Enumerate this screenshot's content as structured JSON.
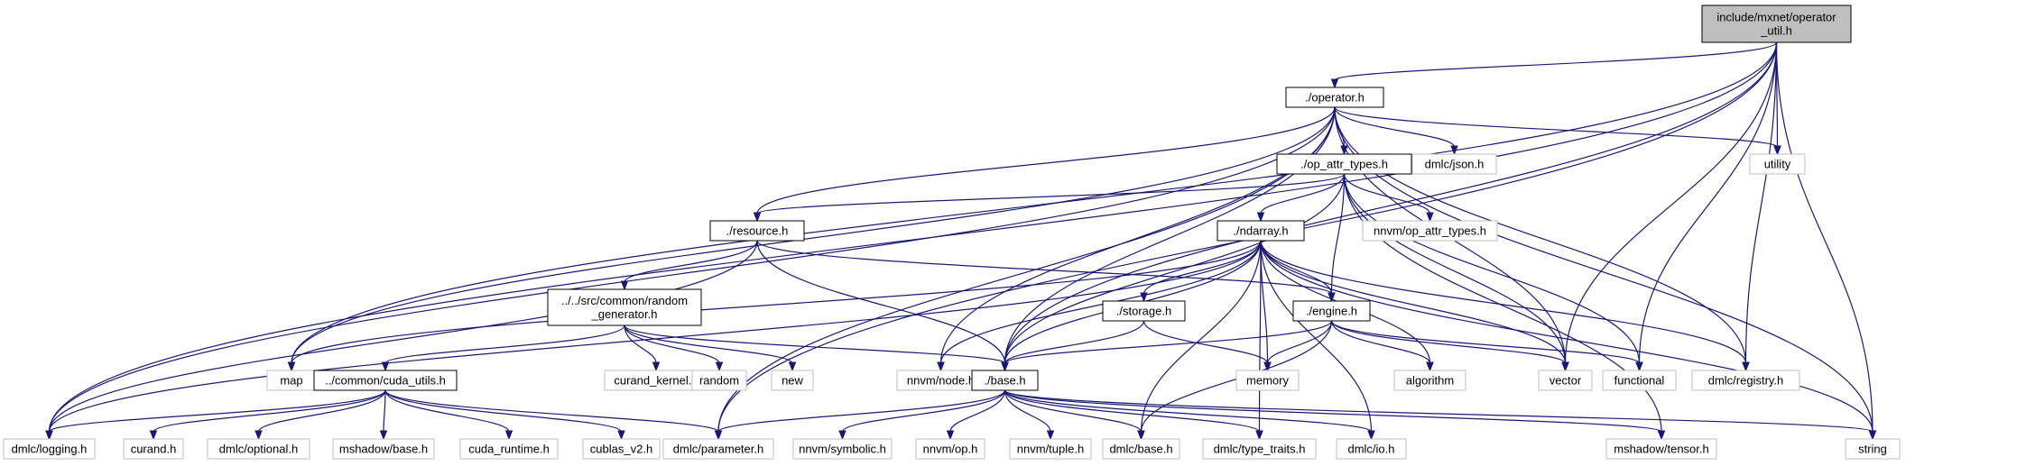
{
  "colors": {
    "edge": "#191970",
    "root_fill": "#bfbfbf",
    "node_border": "#000000",
    "external_border": "#bfbfbf",
    "background": "#ffffff"
  },
  "nodes": [
    {
      "id": "root",
      "lines": [
        "include/mxnet/operator",
        "_util.h"
      ],
      "kind": "root"
    },
    {
      "id": "operator",
      "lines": [
        "./operator.h"
      ],
      "kind": "main"
    },
    {
      "id": "utility",
      "lines": [
        "utility"
      ],
      "kind": "external"
    },
    {
      "id": "dmlcjson",
      "lines": [
        "dmlc/json.h"
      ],
      "kind": "external"
    },
    {
      "id": "opattr",
      "lines": [
        "./op_attr_types.h"
      ],
      "kind": "main"
    },
    {
      "id": "resource",
      "lines": [
        "./resource.h"
      ],
      "kind": "main"
    },
    {
      "id": "ndarray",
      "lines": [
        "./ndarray.h"
      ],
      "kind": "main"
    },
    {
      "id": "nnvmopattr",
      "lines": [
        "nnvm/op_attr_types.h"
      ],
      "kind": "external"
    },
    {
      "id": "map",
      "lines": [
        "map"
      ],
      "kind": "external"
    },
    {
      "id": "nnvmnode",
      "lines": [
        "nnvm/node.h"
      ],
      "kind": "external"
    },
    {
      "id": "storage",
      "lines": [
        "./storage.h"
      ],
      "kind": "main"
    },
    {
      "id": "engine",
      "lines": [
        "./engine.h"
      ],
      "kind": "main"
    },
    {
      "id": "dmlcregistry",
      "lines": [
        "dmlc/registry.h"
      ],
      "kind": "external"
    },
    {
      "id": "randgen",
      "lines": [
        "../../src/common/random",
        "_generator.h"
      ],
      "kind": "main"
    },
    {
      "id": "cudautils",
      "lines": [
        "../common/cuda_utils.h"
      ],
      "kind": "main"
    },
    {
      "id": "curandkernel",
      "lines": [
        "curand_kernel.h"
      ],
      "kind": "external"
    },
    {
      "id": "random",
      "lines": [
        "random"
      ],
      "kind": "external"
    },
    {
      "id": "new",
      "lines": [
        "new"
      ],
      "kind": "external"
    },
    {
      "id": "base",
      "lines": [
        "./base.h"
      ],
      "kind": "main"
    },
    {
      "id": "memory",
      "lines": [
        "memory"
      ],
      "kind": "external"
    },
    {
      "id": "algorithm",
      "lines": [
        "algorithm"
      ],
      "kind": "external"
    },
    {
      "id": "vector",
      "lines": [
        "vector"
      ],
      "kind": "external"
    },
    {
      "id": "functional",
      "lines": [
        "functional"
      ],
      "kind": "external"
    },
    {
      "id": "dmlclogging",
      "lines": [
        "dmlc/logging.h"
      ],
      "kind": "external"
    },
    {
      "id": "curand",
      "lines": [
        "curand.h"
      ],
      "kind": "external"
    },
    {
      "id": "dmlcoptional",
      "lines": [
        "dmlc/optional.h"
      ],
      "kind": "external"
    },
    {
      "id": "mshadowbase",
      "lines": [
        "mshadow/base.h"
      ],
      "kind": "external"
    },
    {
      "id": "cudaruntime",
      "lines": [
        "cuda_runtime.h"
      ],
      "kind": "external"
    },
    {
      "id": "cublas",
      "lines": [
        "cublas_v2.h"
      ],
      "kind": "external"
    },
    {
      "id": "dmlcparameter",
      "lines": [
        "dmlc/parameter.h"
      ],
      "kind": "external"
    },
    {
      "id": "nnvmsymbolic",
      "lines": [
        "nnvm/symbolic.h"
      ],
      "kind": "external"
    },
    {
      "id": "nnvmop",
      "lines": [
        "nnvm/op.h"
      ],
      "kind": "external"
    },
    {
      "id": "nnvmtuple",
      "lines": [
        "nnvm/tuple.h"
      ],
      "kind": "external"
    },
    {
      "id": "dmlcbase",
      "lines": [
        "dmlc/base.h"
      ],
      "kind": "external"
    },
    {
      "id": "dmlctypetraits",
      "lines": [
        "dmlc/type_traits.h"
      ],
      "kind": "external"
    },
    {
      "id": "dmlcio",
      "lines": [
        "dmlc/io.h"
      ],
      "kind": "external"
    },
    {
      "id": "mshadowtensor",
      "lines": [
        "mshadow/tensor.h"
      ],
      "kind": "external"
    },
    {
      "id": "string",
      "lines": [
        "string"
      ],
      "kind": "external"
    }
  ],
  "edges": [
    [
      "root",
      "operator"
    ],
    [
      "root",
      "utility"
    ],
    [
      "root",
      "dmlcregistry"
    ],
    [
      "root",
      "vector"
    ],
    [
      "root",
      "functional"
    ],
    [
      "root",
      "string"
    ],
    [
      "root",
      "map"
    ],
    [
      "root",
      "base"
    ],
    [
      "root",
      "dmlclogging"
    ],
    [
      "root",
      "dmlcparameter"
    ],
    [
      "operator",
      "utility"
    ],
    [
      "operator",
      "dmlcjson"
    ],
    [
      "operator",
      "opattr"
    ],
    [
      "operator",
      "resource"
    ],
    [
      "operator",
      "map"
    ],
    [
      "operator",
      "nnvmnode"
    ],
    [
      "operator",
      "base"
    ],
    [
      "operator",
      "dmlcregistry"
    ],
    [
      "operator",
      "vector"
    ],
    [
      "operator",
      "string"
    ],
    [
      "operator",
      "dmlclogging"
    ],
    [
      "operator",
      "dmlcparameter"
    ],
    [
      "opattr",
      "resource"
    ],
    [
      "opattr",
      "ndarray"
    ],
    [
      "opattr",
      "nnvmopattr"
    ],
    [
      "opattr",
      "engine"
    ],
    [
      "opattr",
      "vector"
    ],
    [
      "opattr",
      "functional"
    ],
    [
      "opattr",
      "base"
    ],
    [
      "opattr",
      "mshadowtensor"
    ],
    [
      "resource",
      "randgen"
    ],
    [
      "resource",
      "engine"
    ],
    [
      "resource",
      "base"
    ],
    [
      "resource",
      "dmlclogging"
    ],
    [
      "ndarray",
      "map"
    ],
    [
      "ndarray",
      "nnvmnode"
    ],
    [
      "ndarray",
      "storage"
    ],
    [
      "ndarray",
      "engine"
    ],
    [
      "ndarray",
      "dmlcregistry"
    ],
    [
      "ndarray",
      "memory"
    ],
    [
      "ndarray",
      "algorithm"
    ],
    [
      "ndarray",
      "vector"
    ],
    [
      "ndarray",
      "base"
    ],
    [
      "ndarray",
      "dmlcbase"
    ],
    [
      "ndarray",
      "dmlctypetraits"
    ],
    [
      "ndarray",
      "dmlcio"
    ],
    [
      "ndarray",
      "string"
    ],
    [
      "ndarray",
      "dmlclogging"
    ],
    [
      "storage",
      "base"
    ],
    [
      "storage",
      "memory"
    ],
    [
      "engine",
      "base"
    ],
    [
      "engine",
      "memory"
    ],
    [
      "engine",
      "algorithm"
    ],
    [
      "engine",
      "vector"
    ],
    [
      "engine",
      "functional"
    ],
    [
      "engine",
      "dmlcbase"
    ],
    [
      "randgen",
      "cudautils"
    ],
    [
      "randgen",
      "curandkernel"
    ],
    [
      "randgen",
      "random"
    ],
    [
      "randgen",
      "new"
    ],
    [
      "randgen",
      "base"
    ],
    [
      "cudautils",
      "dmlclogging"
    ],
    [
      "cudautils",
      "curand"
    ],
    [
      "cudautils",
      "dmlcoptional"
    ],
    [
      "cudautils",
      "mshadowbase"
    ],
    [
      "cudautils",
      "cudaruntime"
    ],
    [
      "cudautils",
      "cublas"
    ],
    [
      "cudautils",
      "dmlcparameter"
    ],
    [
      "base",
      "dmlcparameter"
    ],
    [
      "base",
      "nnvmsymbolic"
    ],
    [
      "base",
      "nnvmop"
    ],
    [
      "base",
      "nnvmtuple"
    ],
    [
      "base",
      "dmlcbase"
    ],
    [
      "base",
      "dmlctypetraits"
    ],
    [
      "base",
      "dmlcio"
    ],
    [
      "base",
      "mshadowtensor"
    ],
    [
      "base",
      "string"
    ]
  ]
}
